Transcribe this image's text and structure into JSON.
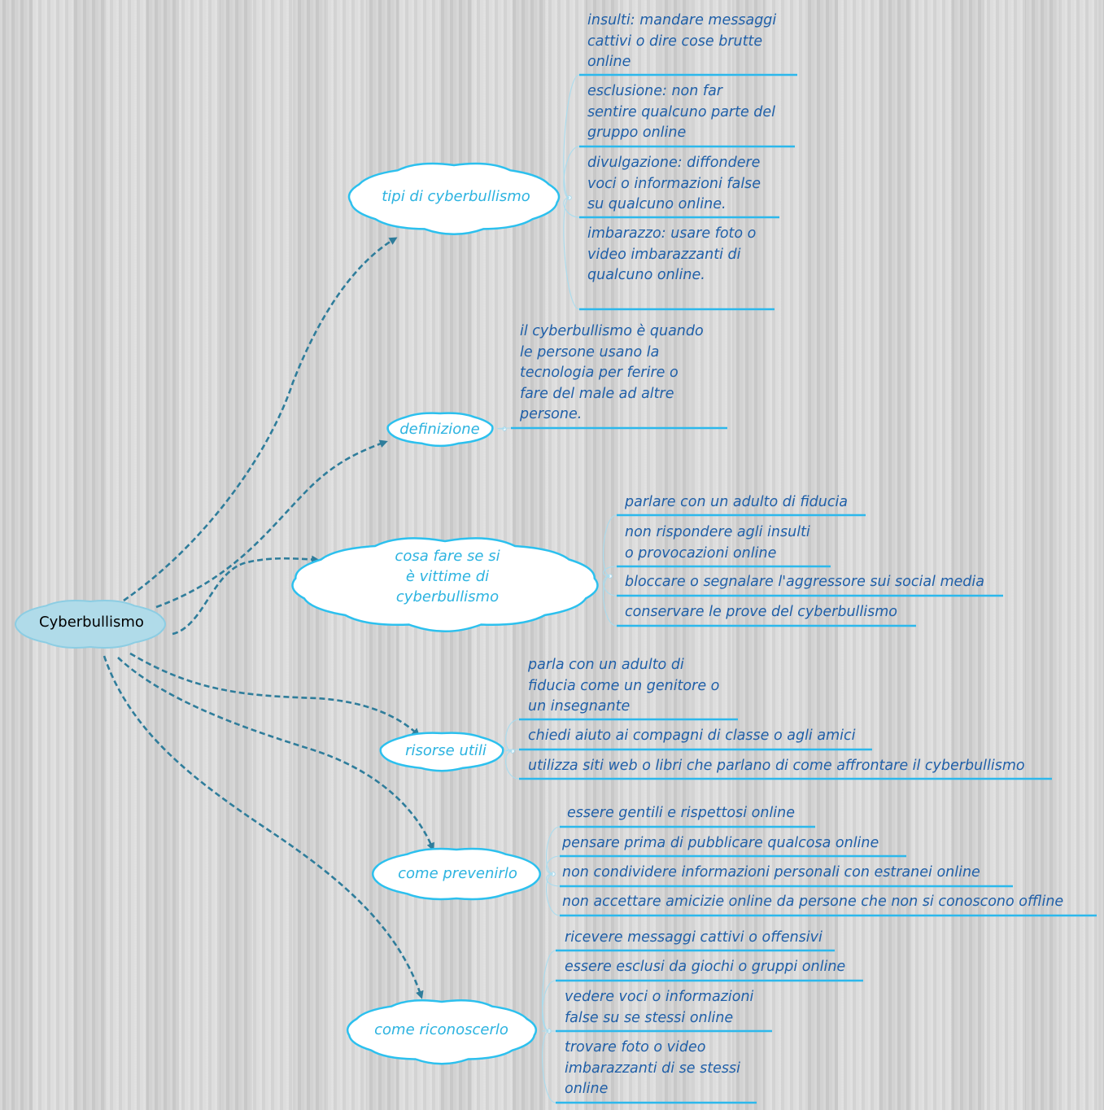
{
  "colors": {
    "cloud_fill": "#ffffff",
    "cloud_stroke": "#2cc0ee",
    "root_fill": "#b0dbe9",
    "root_stroke": "#8ccde3",
    "connector": "#2f7d9b",
    "leaf_text": "#1f5fa8",
    "topic_text": "#2cb3e0",
    "underline": "#2cb8ec"
  },
  "root": {
    "label": "Cyberbullismo"
  },
  "topics": [
    {
      "id": "tipi",
      "label": "tipi di cyberbullismo",
      "items": [
        " insulti: mandare messaggi\ncattivi o dire cose brutte\nonline",
        " esclusione: non far\nsentire qualcuno parte del\ngruppo online",
        "divulgazione: diffondere\nvoci o informazioni false\nsu qualcuno online.",
        "imbarazzo: usare foto o\nvideo imbarazzanti di\nqualcuno online."
      ]
    },
    {
      "id": "definizione",
      "label": "definizione",
      "items": [
        " il cyberbullismo è quando\nle persone usano la\ntecnologia per ferire o\nfare del male ad altre\npersone."
      ]
    },
    {
      "id": "vittime",
      "label": "cosa fare se si\nè vittime di\ncyberbullismo",
      "items": [
        "parlare con un adulto di fiducia",
        "non rispondere agli insulti\no provocazioni online",
        "bloccare o segnalare l'aggressore sui social media",
        "conservare le prove del cyberbullismo"
      ]
    },
    {
      "id": "risorse",
      "label": "risorse utili",
      "items": [
        "parla con un adulto di\nfiducia come un genitore o\nun insegnante",
        "chiedi aiuto ai compagni di classe o agli amici",
        "utilizza siti web o libri che parlano di come affrontare il cyberbullismo"
      ]
    },
    {
      "id": "prevenire",
      "label": "come prevenirlo",
      "items": [
        " essere gentili e rispettosi online",
        " pensare prima di pubblicare qualcosa online",
        " non condividere informazioni personali con estranei online",
        " non accettare amicizie online da persone che non si conoscono offline"
      ]
    },
    {
      "id": "riconoscere",
      "label": "come riconoscerlo",
      "items": [
        "ricevere messaggi cattivi o offensivi",
        "essere esclusi da giochi o gruppi online",
        "vedere voci o informazioni\nfalse su se stessi online",
        "trovare foto o video\nimbarazzanti di se stessi\nonline"
      ]
    }
  ]
}
